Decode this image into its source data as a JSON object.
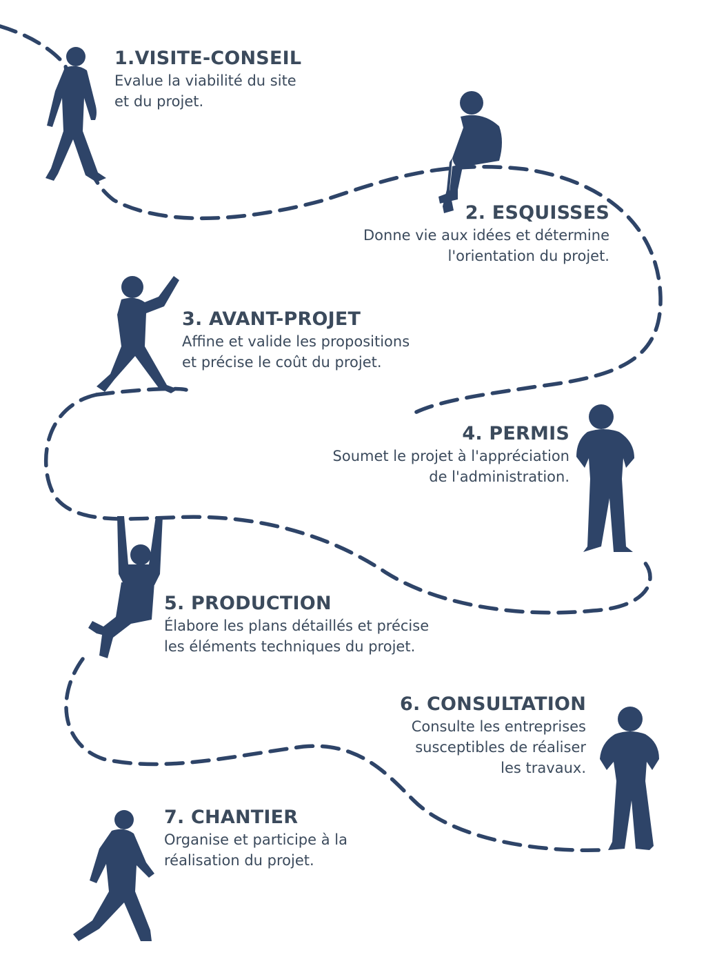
{
  "colors": {
    "ink": "#2e4468",
    "text": "#3b4a5c",
    "background": "#ffffff"
  },
  "steps": [
    {
      "title": "1.VISITE-CONSEIL",
      "lines": [
        "Evalue la viabilité du site",
        "et du projet."
      ],
      "figure": "walking-person-icon"
    },
    {
      "title": "2. ESQUISSES",
      "lines": [
        "Donne vie aux idées et détermine",
        "l'orientation du projet."
      ],
      "figure": "thinking-seated-person-icon"
    },
    {
      "title": "3. AVANT-PROJET",
      "lines": [
        "Affine et valide les propositions",
        "et précise le coût du projet."
      ],
      "figure": "climbing-person-icon"
    },
    {
      "title": "4. PERMIS",
      "lines": [
        "Soumet le projet à l'appréciation",
        "de l'administration."
      ],
      "figure": "standing-person-icon"
    },
    {
      "title": "5. PRODUCTION",
      "lines": [
        "Élabore les plans détaillés et précise",
        "les éléments techniques du projet."
      ],
      "figure": "hanging-person-icon"
    },
    {
      "title": "6. CONSULTATION",
      "lines": [
        "Consulte les entreprises",
        "susceptibles de réaliser",
        "les travaux."
      ],
      "figure": "hands-on-hips-person-icon"
    },
    {
      "title": "7. CHANTIER",
      "lines": [
        "Organise et participe à la",
        "réalisation du projet."
      ],
      "figure": "walking-person-icon"
    }
  ]
}
